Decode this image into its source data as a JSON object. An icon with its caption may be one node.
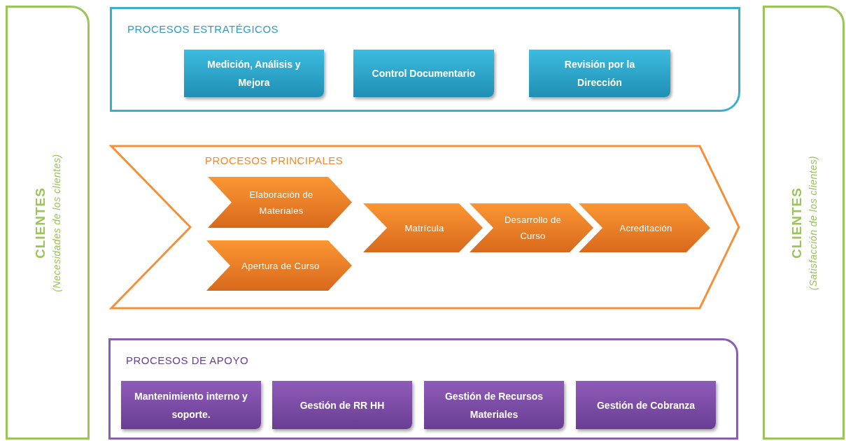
{
  "diagram": {
    "nodes": [
      {
        "text": [
          "CLIENTES",
          "(Necesidades de los clientes)"
        ]
      },
      {
        "text": [
          "PROCESOS ESTRATÉGICOS"
        ]
      },
      {
        "text": [
          "Medición, Análisis y Mejora"
        ],
        "in": 1
      },
      {
        "text": [
          "Control Documentario"
        ],
        "in": 1
      },
      {
        "text": [
          "Revisión por la Dirección"
        ],
        "in": 1
      },
      {
        "text": [
          "PROCESOS PRINCIPALES"
        ]
      },
      {
        "text": [
          "Elaboración de Materiales"
        ],
        "in": 5
      },
      {
        "text": [
          "Apertura de Curso"
        ],
        "in": 5
      },
      {
        "text": [
          "Matrícula"
        ],
        "in": 5
      },
      {
        "text": [
          "Desarrollo de Curso"
        ],
        "in": 5
      },
      {
        "text": [
          "Acreditación"
        ],
        "in": 5
      },
      {
        "text": [
          "PROCESOS DE APOYO"
        ]
      },
      {
        "text": [
          "Mantenimiento interno y soporte."
        ],
        "in": 11
      },
      {
        "text": [
          "Gestión de RR HH"
        ],
        "in": 11
      },
      {
        "text": [
          "Gestión de Recursos Materiales"
        ],
        "in": 11
      },
      {
        "text": [
          "Gestión de Cobranza"
        ],
        "in": 11
      },
      {
        "text": [
          "CLIENTES",
          "(Satisfacción de los clientes)"
        ]
      }
    ]
  }
}
